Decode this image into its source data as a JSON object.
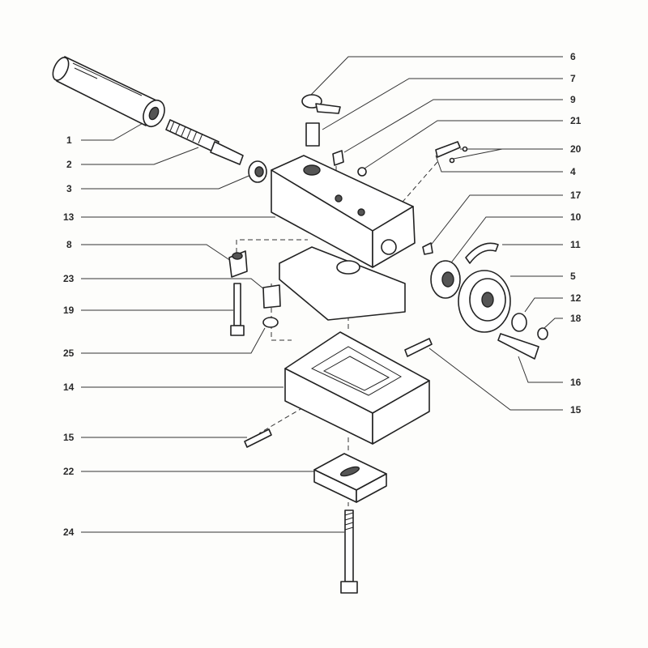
{
  "diagram": {
    "type": "exploded-parts-view",
    "callouts": [
      "1",
      "2",
      "3",
      "13",
      "8",
      "23",
      "19",
      "25",
      "14",
      "15",
      "22",
      "24",
      "6",
      "7",
      "9",
      "21",
      "20",
      "4",
      "17",
      "10",
      "11",
      "5",
      "12",
      "18",
      "16",
      "15"
    ]
  }
}
